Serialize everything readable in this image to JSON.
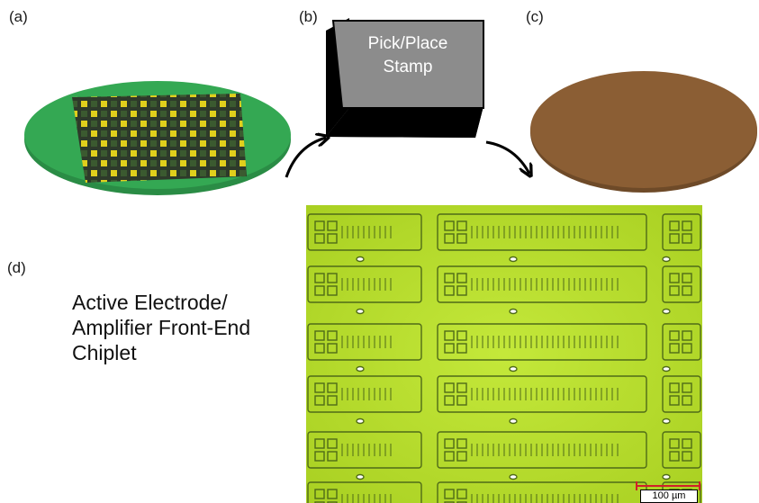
{
  "panels": {
    "a": "(a)",
    "b": "(b)",
    "c": "(c)",
    "d": "(d)"
  },
  "stamp_label": [
    "Pick/Place",
    "Stamp"
  ],
  "caption": [
    "Active Electrode/",
    "Amplifier Front-End",
    "Chiplet"
  ],
  "scale_bar": "100 µm",
  "colors": {
    "source_wafer": "#2f9f4f",
    "target_substrate": "#8b5e34",
    "stamp_top": "#8c8c8c",
    "stamp_body": "#000000",
    "micrograph": "#b6dc2a"
  }
}
